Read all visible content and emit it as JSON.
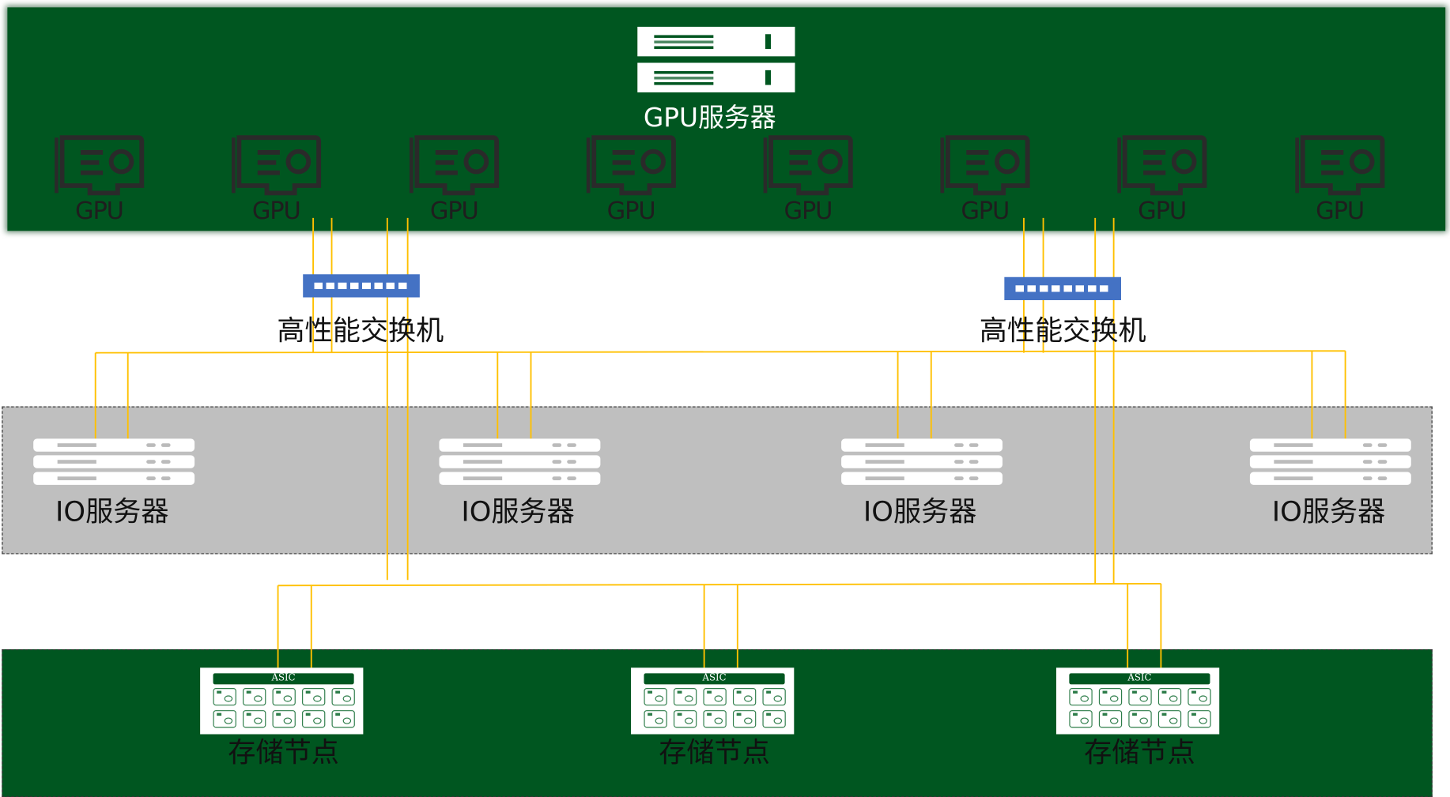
{
  "gpu_server": {
    "label": "GPU服务器",
    "icon": "server-rack-icon"
  },
  "gpus": [
    {
      "label": "GPU"
    },
    {
      "label": "GPU"
    },
    {
      "label": "GPU"
    },
    {
      "label": "GPU"
    },
    {
      "label": "GPU"
    },
    {
      "label": "GPU"
    },
    {
      "label": "GPU"
    },
    {
      "label": "GPU"
    }
  ],
  "switches": [
    {
      "label": "高性能交换机"
    },
    {
      "label": "高性能交换机"
    }
  ],
  "io_servers": [
    {
      "label": "IO服务器"
    },
    {
      "label": "IO服务器"
    },
    {
      "label": "IO服务器"
    },
    {
      "label": "IO服务器"
    }
  ],
  "storage_nodes": [
    {
      "label": "存储节点",
      "chip": "ASIC"
    },
    {
      "label": "存储节点",
      "chip": "ASIC"
    },
    {
      "label": "存储节点",
      "chip": "ASIC"
    }
  ],
  "colors": {
    "zone_green": "#005620",
    "zone_gray": "#bfbfbf",
    "switch_blue": "#4472c4",
    "link_yellow": "#ffc000"
  }
}
